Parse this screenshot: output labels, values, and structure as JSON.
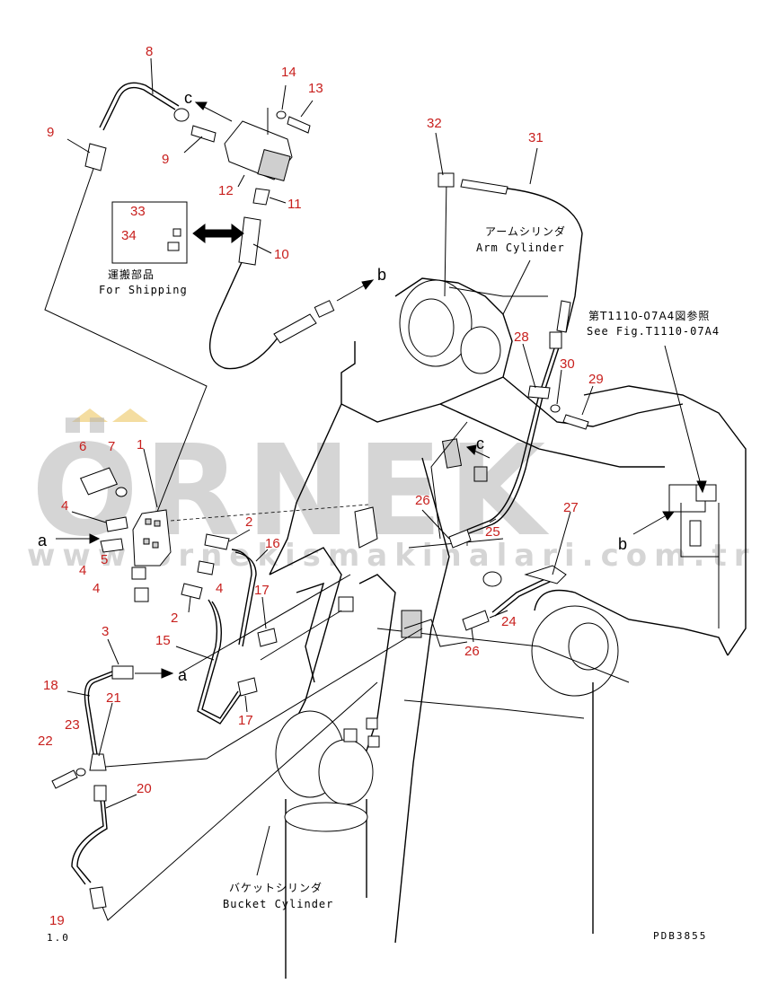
{
  "callouts": [
    {
      "n": "1"
    },
    {
      "n": "2"
    },
    {
      "n": "2"
    },
    {
      "n": "3"
    },
    {
      "n": "4"
    },
    {
      "n": "4"
    },
    {
      "n": "4"
    },
    {
      "n": "4"
    },
    {
      "n": "5"
    },
    {
      "n": "6"
    },
    {
      "n": "7"
    },
    {
      "n": "8"
    },
    {
      "n": "9"
    },
    {
      "n": "9"
    },
    {
      "n": "10"
    },
    {
      "n": "11"
    },
    {
      "n": "12"
    },
    {
      "n": "13"
    },
    {
      "n": "14"
    },
    {
      "n": "15"
    },
    {
      "n": "16"
    },
    {
      "n": "17"
    },
    {
      "n": "17"
    },
    {
      "n": "18"
    },
    {
      "n": "19"
    },
    {
      "n": "20"
    },
    {
      "n": "21"
    },
    {
      "n": "22"
    },
    {
      "n": "23"
    },
    {
      "n": "24"
    },
    {
      "n": "25"
    },
    {
      "n": "26"
    },
    {
      "n": "26"
    },
    {
      "n": "27"
    },
    {
      "n": "28"
    },
    {
      "n": "29"
    },
    {
      "n": "30"
    },
    {
      "n": "31"
    },
    {
      "n": "32"
    },
    {
      "n": "33"
    },
    {
      "n": "34"
    }
  ],
  "connection_letters": {
    "a": "a",
    "b": "b",
    "c": "c"
  },
  "labels": {
    "arm_cylinder_jp": "アームシリンダ",
    "arm_cylinder_en": "Arm Cylinder",
    "bucket_cylinder_jp": "バケットシリンダ",
    "bucket_cylinder_en": "Bucket Cylinder",
    "shipping_jp": "運搬部品",
    "shipping_en": "For Shipping",
    "see_fig_jp": "第T1110-07A4図参照",
    "see_fig_en": "See Fig.T1110-07A4",
    "drawing_code": "PDB3855",
    "corner_mark": "1.0"
  },
  "watermark": {
    "brand": "ÖRNEK",
    "url": "www.ornekismakinalari.com.tr"
  }
}
